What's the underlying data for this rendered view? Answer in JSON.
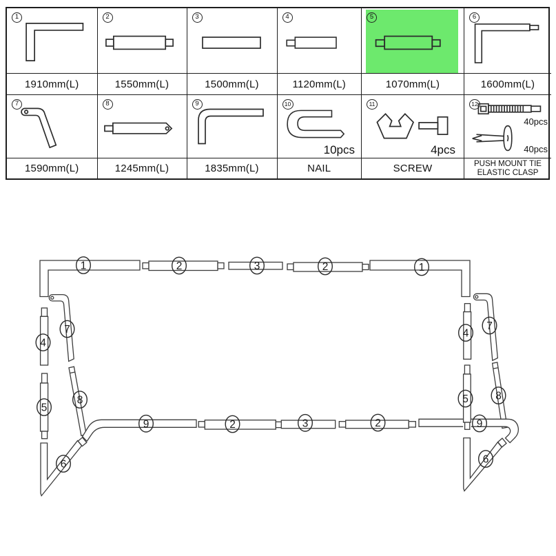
{
  "colors": {
    "highlight": "#6de96d",
    "line": "#3c3c3c"
  },
  "parts": [
    {
      "num": "1",
      "size": "1910mm(L)"
    },
    {
      "num": "2",
      "size": "1550mm(L)"
    },
    {
      "num": "3",
      "size": "1500mm(L)"
    },
    {
      "num": "4",
      "size": "1120mm(L)"
    },
    {
      "num": "5",
      "size": "1070mm(L)",
      "highlighted": true
    },
    {
      "num": "6",
      "size": "1600mm(L)"
    },
    {
      "num": "7",
      "size": "1590mm(L)"
    },
    {
      "num": "8",
      "size": "1245mm(L)"
    },
    {
      "num": "9",
      "size": "1835mm(L)"
    },
    {
      "num": "10",
      "name": "NAIL",
      "qty": "10pcs"
    },
    {
      "num": "11",
      "name": "SCREW",
      "qty": "4pcs"
    },
    {
      "num": "12",
      "name_line1": "PUSH MOUNT TIE",
      "name_line2": "ELASTIC CLASP",
      "qty_tie": "40pcs",
      "qty_clasp": "40pcs"
    }
  ],
  "diagram": {
    "labels": [
      "1",
      "2",
      "3",
      "2",
      "1",
      "4",
      "7",
      "5",
      "8",
      "6",
      "9",
      "2",
      "3",
      "2",
      "9",
      "4",
      "7",
      "5",
      "8",
      "6"
    ]
  }
}
